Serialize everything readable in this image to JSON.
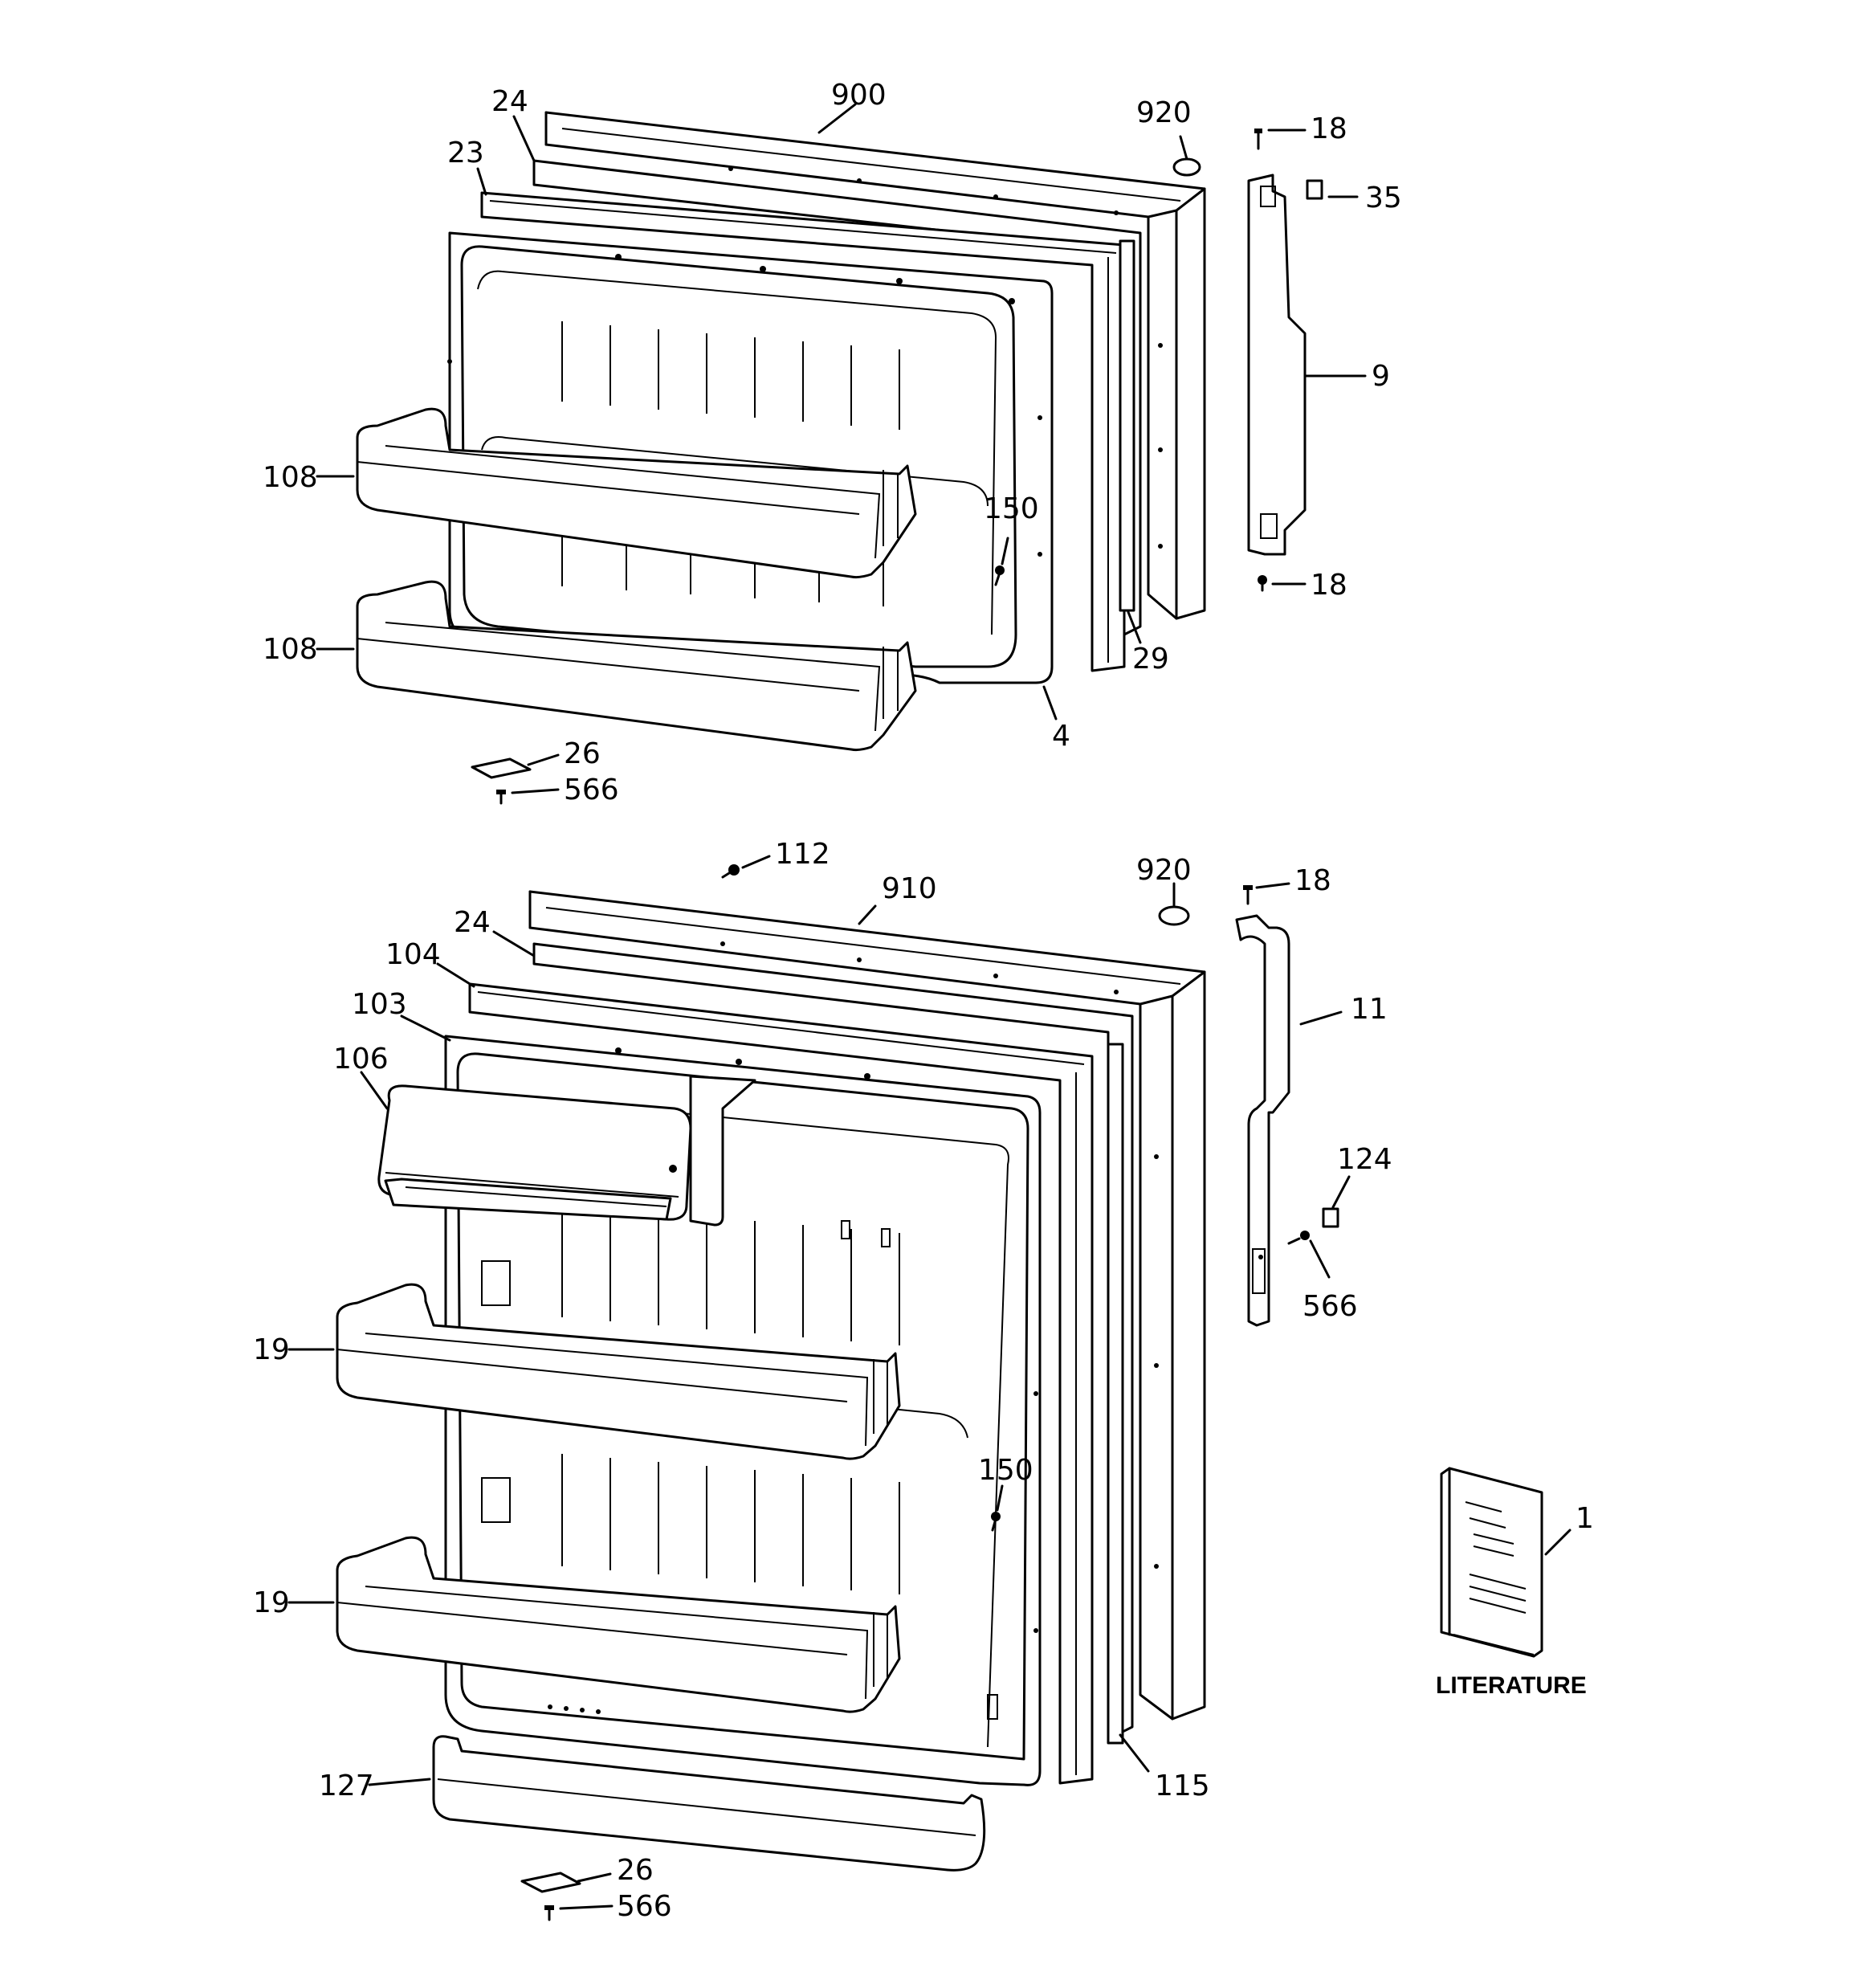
{
  "diagram": {
    "freezer_door": {
      "callouts": {
        "c24": "24",
        "c23": "23",
        "c900": "900",
        "c920": "920",
        "c18a": "18",
        "c35": "35",
        "c9": "9",
        "c108a": "108",
        "c150": "150",
        "c18b": "18",
        "c108b": "108",
        "c29": "29",
        "c4": "4",
        "c26": "26",
        "c566": "566"
      }
    },
    "fresh_food_door": {
      "callouts": {
        "c112": "112",
        "c910": "910",
        "c920": "920",
        "c18": "18",
        "c24": "24",
        "c104": "104",
        "c103": "103",
        "c11": "11",
        "c106": "106",
        "c124": "124",
        "c566a": "566",
        "c19a": "19",
        "c150": "150",
        "c19b": "19",
        "c127": "127",
        "c115": "115",
        "c26": "26",
        "c566b": "566"
      }
    },
    "literature": {
      "callout": "1",
      "label": "LITERATURE"
    }
  }
}
